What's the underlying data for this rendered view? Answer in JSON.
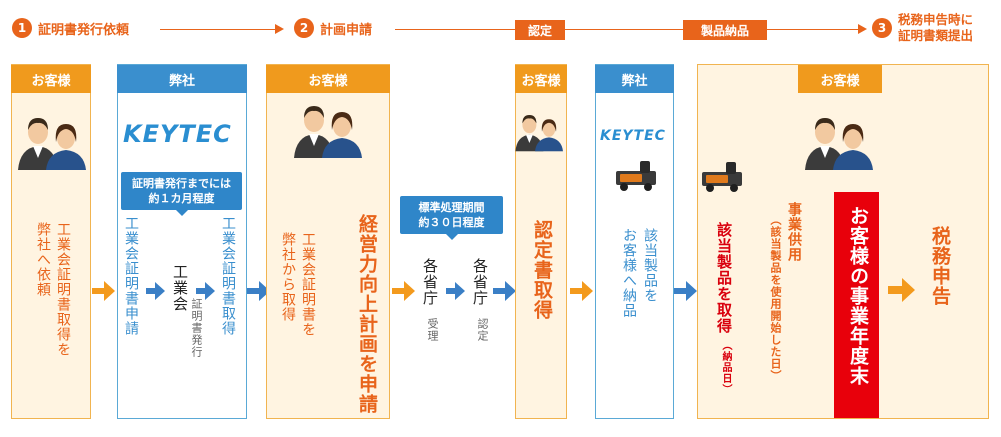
{
  "timeline": {
    "step1_num": "1",
    "step1_label": "証明書発行依頼",
    "step2_num": "2",
    "step2_label": "計画申請",
    "tag_nintei": "認定",
    "tag_seihin": "製品納品",
    "step3_num": "3",
    "step3_line1": "税務申告時に",
    "step3_line2": "証明書類提出"
  },
  "columns": {
    "col1_head": "お客様",
    "col2_head": "弊社",
    "col3_head": "お客様",
    "col4_head": "お客様",
    "col5_head": "弊社",
    "col6_head": "お客様"
  },
  "brand": {
    "keytec": "KEYTEC"
  },
  "col1": {
    "text_a": "工業会証明書取得を",
    "text_b": "弊社へ依頼"
  },
  "col2": {
    "callout_line1": "証明書発行までには",
    "callout_line2": "約１カ月程度",
    "v_apply": "工業会証明書申請",
    "v_kogyokai": "工業会",
    "v_issue": "証明書発行",
    "v_obtain": "工業会証明書取得"
  },
  "col3": {
    "text_a": "工業会証明書を",
    "text_b": "弊社から取得",
    "big": "経営力向上計画を申請"
  },
  "mid": {
    "callout_line1": "標準処理期間",
    "callout_line2": "約３０日程度",
    "ministry_a": "各省庁",
    "ministry_a_sub": "受理",
    "ministry_b": "各省庁",
    "ministry_b_sub": "認定"
  },
  "col4": {
    "big": "認定書取得"
  },
  "col5": {
    "text_a": "該当製品を",
    "text_b": "お客様へ納品"
  },
  "col6": {
    "red_main": "該当製品を取得",
    "red_sub": "（納品日）",
    "use_main": "事業供用",
    "use_sub": "（該当製品を使用開始した日）",
    "fiscal_end": "お客様の事業年度末",
    "tax": "税務申告"
  },
  "colors": {
    "accent": "#e8641b",
    "header_orange": "#f09a1d",
    "header_blue": "#3a8fce",
    "arrow_orange": "#f39a1d",
    "arrow_blue": "#3a7fc6",
    "red": "#e8000b"
  }
}
